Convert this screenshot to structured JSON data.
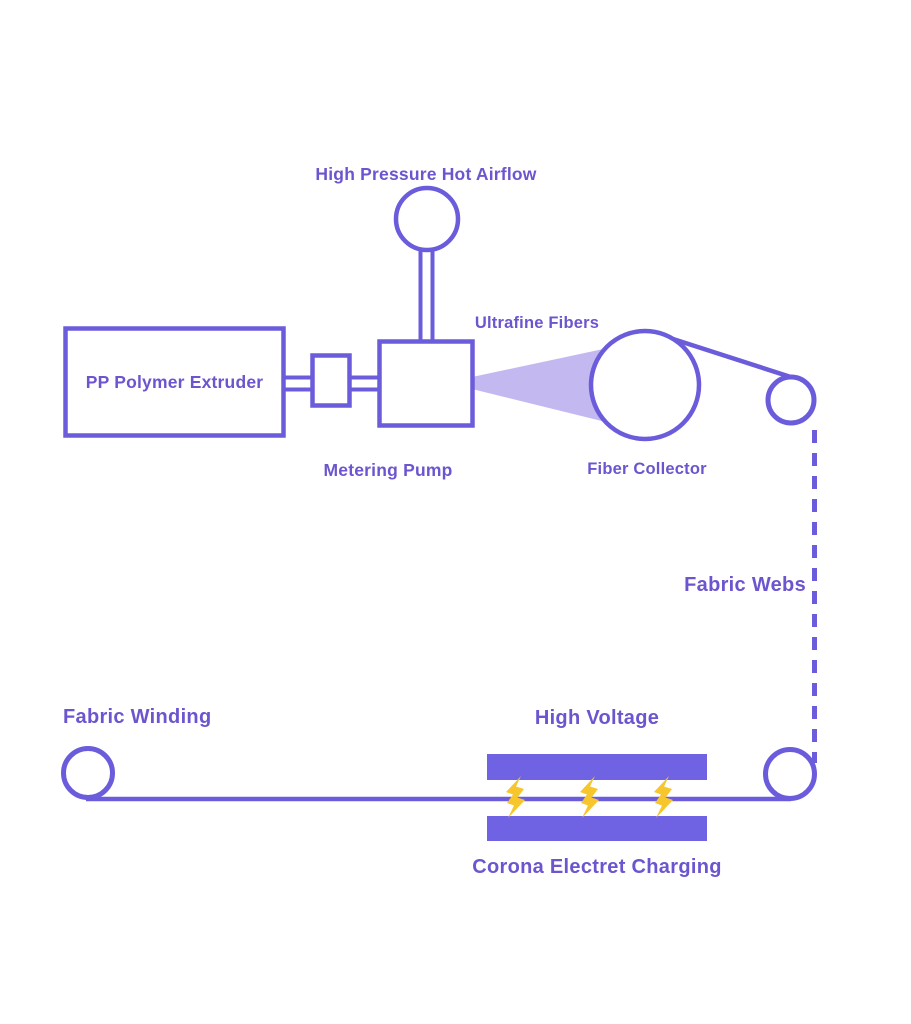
{
  "diagram": {
    "labels": {
      "high_pressure_hot_airflow": "High Pressure Hot Airflow",
      "pp_polymer_extruder": "PP Polymer Extruder",
      "metering_pump": "Metering Pump",
      "ultrafine_fibers": "Ultrafine Fibers",
      "fiber_collector": "Fiber Collector",
      "fabric_webs": "Fabric Webs",
      "fabric_winding": "Fabric Winding",
      "high_voltage": "High Voltage",
      "corona_electret_charging": "Corona Electret Charging"
    },
    "icons": {
      "lightning_bolt_count": 3
    },
    "colors": {
      "background": "#ffffff",
      "line": "#6B5CDB",
      "text": "#6C55CE",
      "bar": "#6F62E3",
      "cone": "#C3B8F0",
      "bolt": "#F7C62C"
    }
  }
}
